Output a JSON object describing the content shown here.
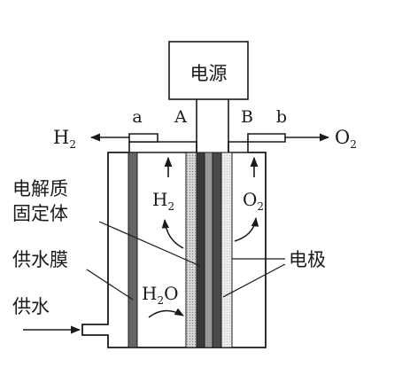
{
  "diagram": {
    "power_supply_label": "电源",
    "terminals": {
      "a": "a",
      "A": "A",
      "B": "B",
      "b": "b"
    },
    "outlet_left": {
      "base": "H",
      "sub": "2"
    },
    "outlet_right": {
      "base": "O",
      "sub": "2"
    },
    "gas_left": {
      "base": "H",
      "sub": "2"
    },
    "gas_right": {
      "base": "O",
      "sub": "2"
    },
    "water_label": {
      "base": "H",
      "sub": "2",
      "tail": "O"
    },
    "labels": {
      "electrolyte_line1": "电解质",
      "electrolyte_line2": "固定体",
      "membrane": "供水膜",
      "water_supply": "供水",
      "electrode": "电极"
    }
  }
}
